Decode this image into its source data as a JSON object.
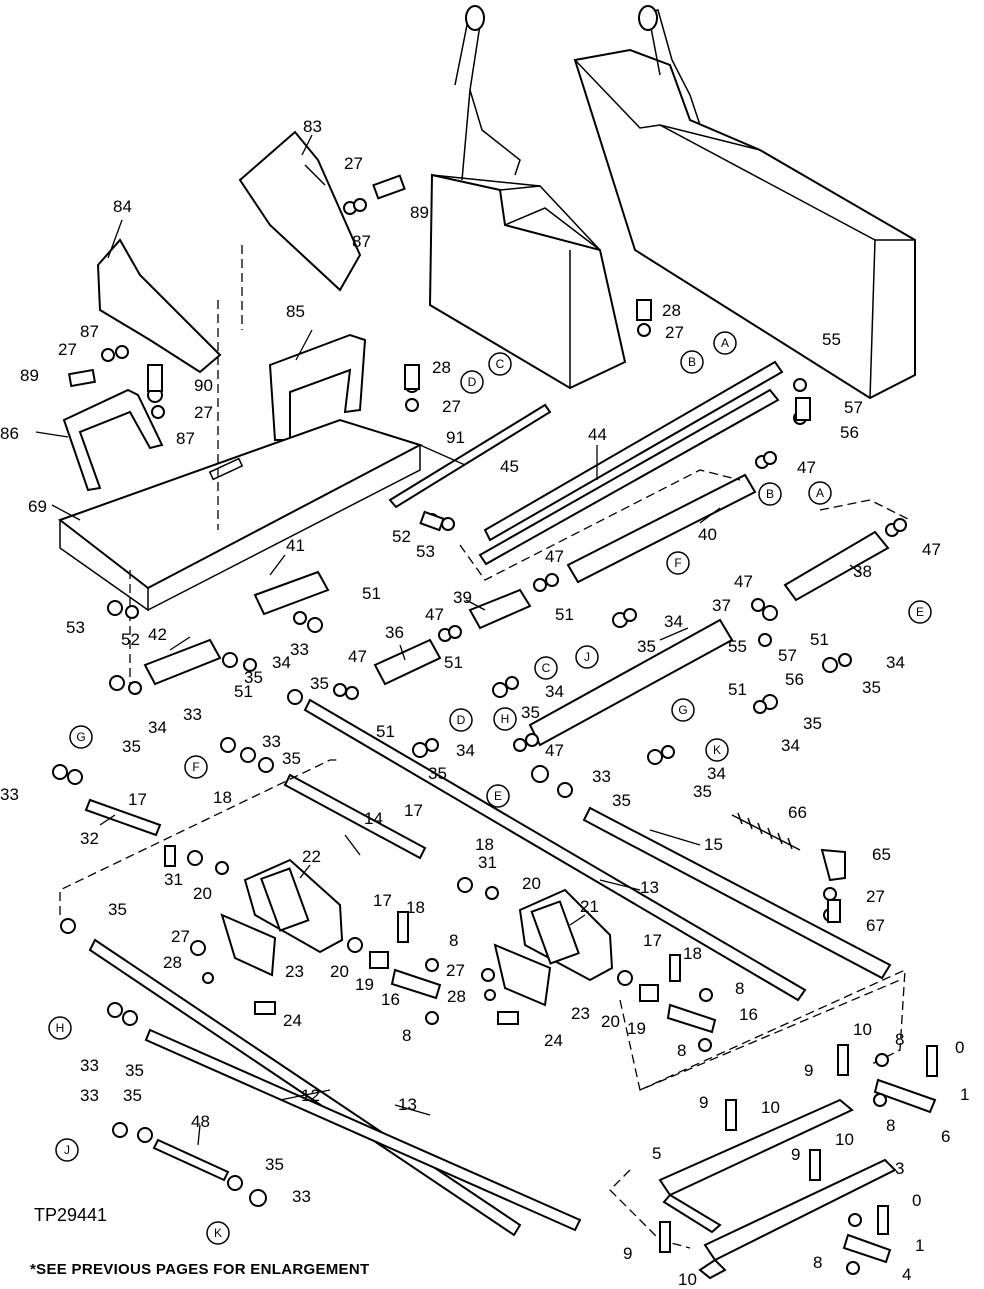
{
  "drawing": {
    "id": "TP29441",
    "footnote": "*SEE PREVIOUS PAGES FOR ENLARGEMENT"
  },
  "reference_letters": [
    "A",
    "B",
    "C",
    "D",
    "E",
    "F",
    "G",
    "H",
    "J",
    "K"
  ],
  "callouts": [
    "0",
    "1",
    "3",
    "4",
    "5",
    "6",
    "8",
    "9",
    "10",
    "12",
    "13",
    "14",
    "15",
    "16",
    "17",
    "18",
    "19",
    "20",
    "21",
    "22",
    "23",
    "24",
    "27",
    "28",
    "31",
    "32",
    "33",
    "34",
    "35",
    "36",
    "37",
    "38",
    "39",
    "40",
    "41",
    "42",
    "44",
    "45",
    "47",
    "48",
    "51",
    "52",
    "53",
    "55",
    "56",
    "57",
    "65",
    "66",
    "67",
    "69",
    "83",
    "84",
    "85",
    "86",
    "87",
    "89",
    "90",
    "91"
  ],
  "colors": {
    "ink": "#000000",
    "paper": "#ffffff"
  }
}
